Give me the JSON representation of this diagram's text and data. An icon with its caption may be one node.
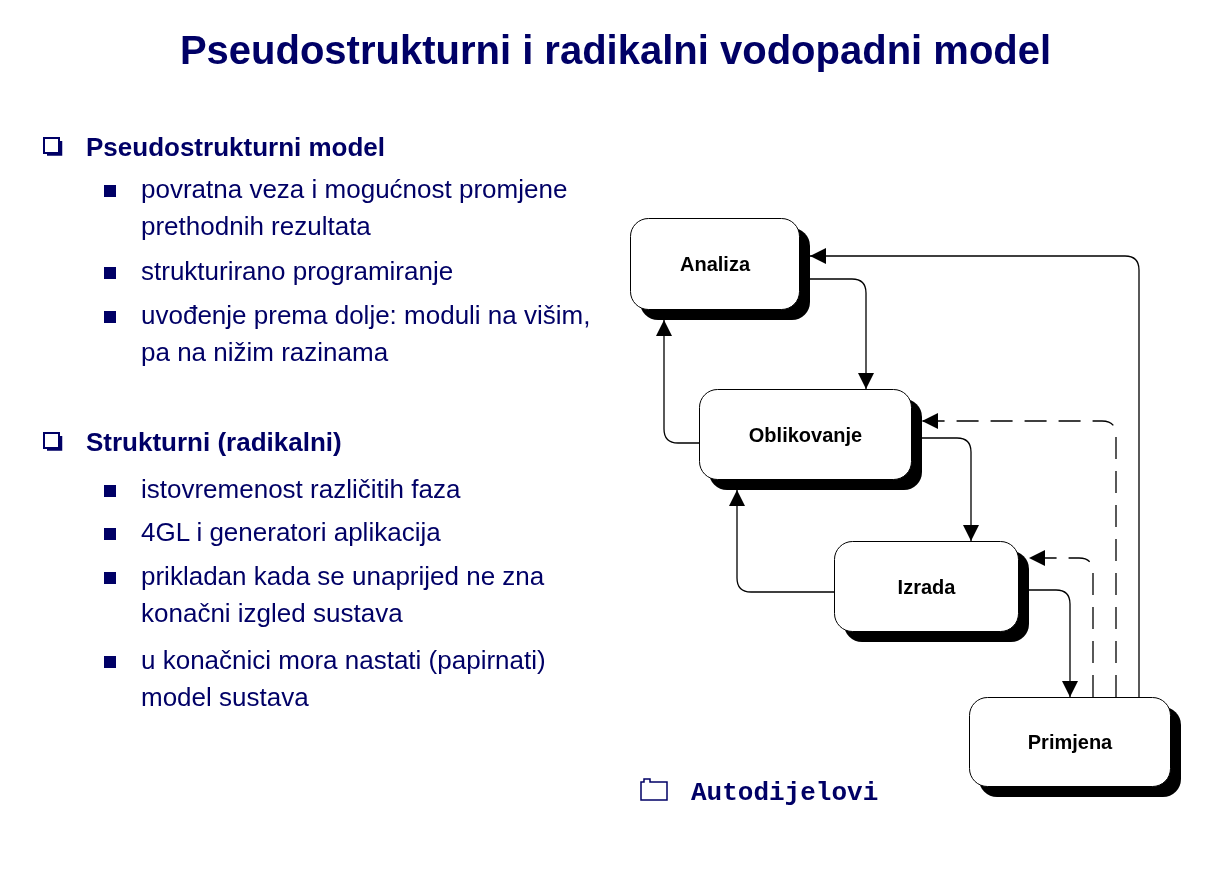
{
  "diagram": {
    "title": "Pseudostrukturni i radikalni vodopadni model",
    "nodes": [
      {
        "text": [
          "Analiza"
        ]
      },
      {
        "text": [
          "Oblikovanje"
        ]
      },
      {
        "text": [
          "Izrada"
        ]
      },
      {
        "text": [
          "Primjena"
        ]
      }
    ],
    "edges": [
      {
        "from": 0,
        "to": 1,
        "arrow": "to"
      },
      {
        "from": 1,
        "to": 0,
        "arrow": "to"
      },
      {
        "from": 1,
        "to": 2,
        "arrow": "to"
      },
      {
        "from": 2,
        "to": 1,
        "arrow": "to"
      },
      {
        "from": 2,
        "to": 3,
        "arrow": "to"
      },
      {
        "from": 3,
        "to": 0,
        "arrow": "to"
      },
      {
        "from": 3,
        "to": 1,
        "arrow": "to",
        "style": "dashed"
      },
      {
        "from": 3,
        "to": 2,
        "arrow": "to",
        "style": "dashed"
      }
    ],
    "labels": [
      "Pseudostrukturni model",
      "povratna veza i mogućnost promjene prethodnih rezultata",
      "strukturirano programiranje",
      "uvođenje prema dolje: moduli na višim, pa na nižim razinama",
      "Strukturni (radikalni)",
      "istovremenost različitih faza",
      "4GL i generatori aplikacija",
      "prikladan kada se unaprijed ne zna konačni izgled sustava",
      "u konačnici mora nastati (papirnati) model sustava",
      "Autodijelovi"
    ]
  }
}
